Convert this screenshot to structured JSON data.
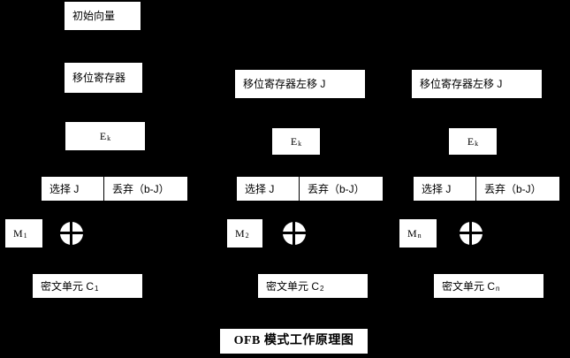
{
  "diagram": {
    "title": "OFB 模式工作原理图",
    "background_color": "#000000",
    "box_color": "#ffffff",
    "text_color": "#000000",
    "xor_icon_name": "xor-operator-icon",
    "stages": [
      {
        "id": "stage-1",
        "init_vector": "初始向量",
        "shift_register": "移位寄存器",
        "encrypt": "E",
        "encrypt_sub": "k",
        "select": "选择 J",
        "discard": "丢弃（b-J）",
        "plaintext": "M",
        "plaintext_sub": "1",
        "ciphertext": "密文单元 C",
        "ciphertext_sub": "1"
      },
      {
        "id": "stage-2",
        "shift_register": "移位寄存器左移 J",
        "encrypt": "E",
        "encrypt_sub": "k",
        "select": "选择 J",
        "discard": "丢弃（b-J）",
        "plaintext": "M",
        "plaintext_sub": "2",
        "ciphertext": "密文单元 C",
        "ciphertext_sub": "2"
      },
      {
        "id": "stage-n",
        "shift_register": "移位寄存器左移 J",
        "encrypt": "E",
        "encrypt_sub": "k",
        "select": "选择 J",
        "discard": "丢弃（b-J）",
        "plaintext": "M",
        "plaintext_sub": "n",
        "ciphertext": "密文单元 C",
        "ciphertext_sub": "n"
      }
    ]
  }
}
